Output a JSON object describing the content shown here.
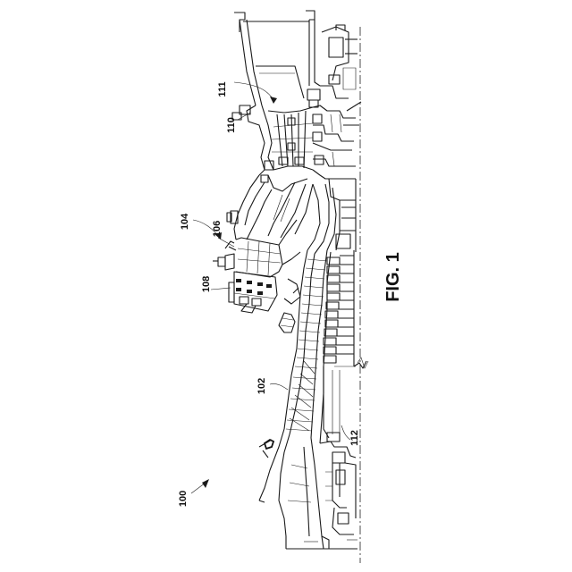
{
  "figure": {
    "title": "FIG. 1",
    "labels": {
      "l100": "100",
      "l102": "102",
      "l104": "104",
      "l106": "106",
      "l108": "108",
      "l110": "110",
      "l111": "111",
      "l112": "112"
    }
  }
}
